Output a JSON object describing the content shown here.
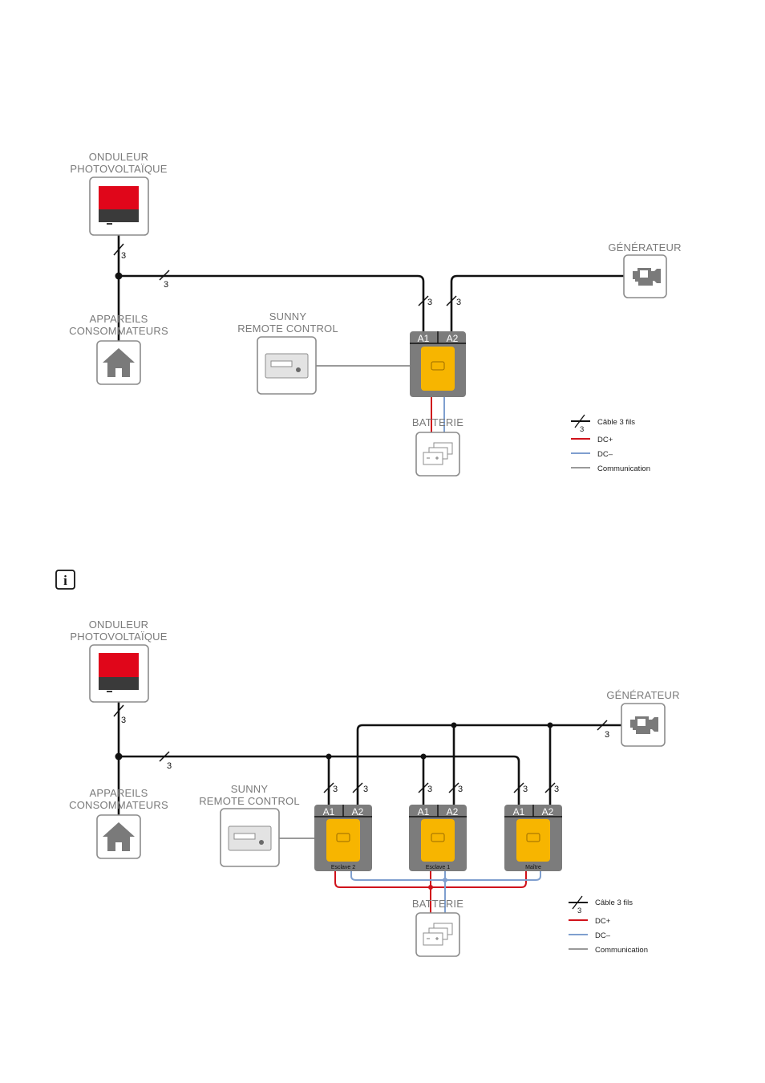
{
  "colors": {
    "inverter_red": "#e0061a",
    "inverter_dark": "#3a3a3a",
    "sunny_island_yellow": "#f7b500",
    "sunny_island_grey": "#7c7c7c",
    "dc_plus": "#d0121b",
    "dc_minus": "#7f9fcf",
    "communication": "#9a9a9a",
    "three_wire": "#111111"
  },
  "icons": [
    "pv-inverter-icon",
    "house-icon",
    "remote-control-icon",
    "sunny-island-icon",
    "generator-engine-icon",
    "battery-icon",
    "info-icon"
  ],
  "diagram1": {
    "pv_inverter": [
      "ONDULEUR",
      "PHOTOVOLTAÏQUE"
    ],
    "loads": [
      "APPAREILS",
      "CONSOMMATEURS"
    ],
    "remote": [
      "SUNNY",
      "REMOTE CONTROL"
    ],
    "generator": "GÉNÉRATEUR",
    "battery": "BATTERIE",
    "port_a1": "A1",
    "port_a2": "A2",
    "wire_count": "3"
  },
  "diagram2": {
    "pv_inverter": [
      "ONDULEUR",
      "PHOTOVOLTAÏQUE"
    ],
    "loads": [
      "APPAREILS",
      "CONSOMMATEURS"
    ],
    "remote": [
      "SUNNY",
      "REMOTE CONTROL"
    ],
    "generator": "GÉNÉRATEUR",
    "battery": "BATTERIE",
    "port_a1": "A1",
    "port_a2": "A2",
    "wire_count": "3",
    "units": [
      "Esclave 2",
      "Esclave 1",
      "Maître"
    ]
  },
  "legend": {
    "three_wire": "Câble 3 fils",
    "three_wire_count": "3",
    "dc_plus": "DC+",
    "dc_minus": "DC–",
    "communication": "Communication"
  },
  "info_symbol": "i"
}
